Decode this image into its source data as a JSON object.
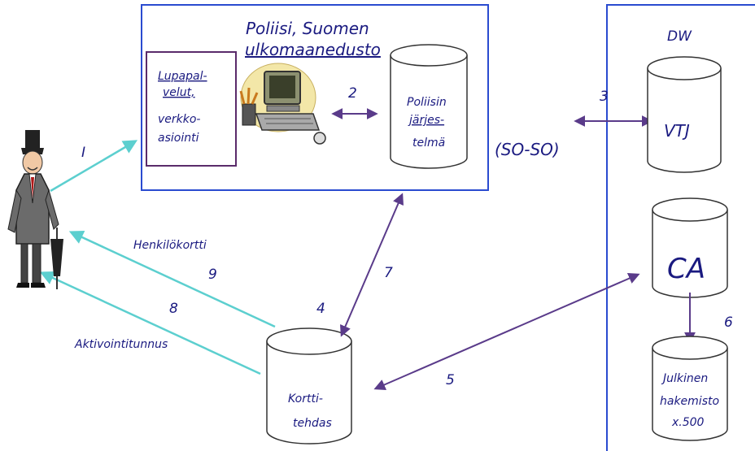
{
  "police_box": {
    "title_line1": "Poliisi,  Suomen",
    "title_line2": "ulkomaanedusto"
  },
  "lupapalvelut": {
    "lines": [
      "Lupapal-",
      "velut,",
      "verkko-",
      "asiointi"
    ]
  },
  "poliisin_jarjestelma": {
    "lines": [
      "Poliisin",
      "järjes-",
      "telmä"
    ]
  },
  "dw": {
    "title": "DW",
    "vtj": "VTJ",
    "ca": "CA",
    "julkinen": [
      "Julkinen",
      "hakemisto",
      "x.500"
    ]
  },
  "korttitehdas": {
    "lines": [
      "Kortti-",
      "tehdas"
    ]
  },
  "so_so": "(SO-SO)",
  "step_labels": {
    "s1": "I",
    "s2": "2",
    "s3": "3",
    "s4": "4",
    "s5": "5",
    "s6": "6",
    "s7": "7",
    "s8": "8",
    "s9": "9"
  },
  "flow_labels": {
    "henkilokortti": "Henkilökortti",
    "aktivointitunnus": "Aktivointitunnus"
  },
  "icons": [
    "person-with-umbrella-icon",
    "computer-icon"
  ],
  "colors": {
    "frame": "#2a4bd0",
    "arrow_cyan": "#5ccfcf",
    "arrow_purple": "#5a3b8a",
    "text": "#1a1a80"
  }
}
